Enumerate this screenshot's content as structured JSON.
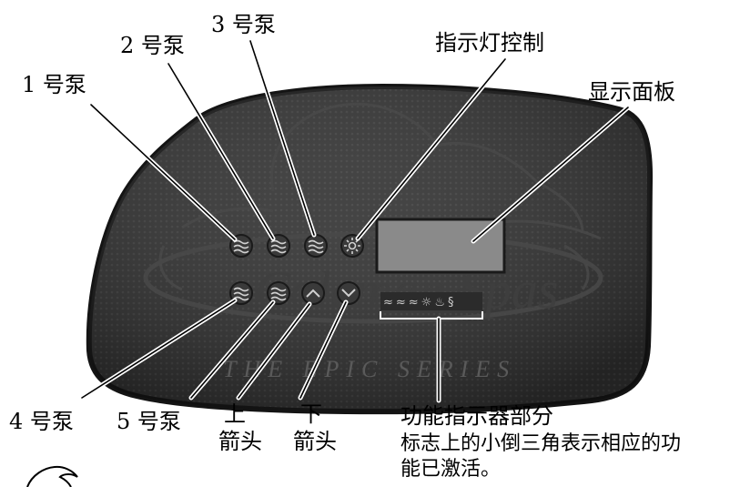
{
  "labels": {
    "pump1": "1 号泵",
    "pump2": "2 号泵",
    "pump3": "3 号泵",
    "light_control": "指示灯控制",
    "display_panel": "显示面板",
    "pump4": "4 号泵",
    "pump5": "5 号泵",
    "up_arrow_line1": "上",
    "up_arrow_line2": "箭头",
    "down_arrow_line1": "下",
    "down_arrow_line2": "箭头",
    "indicator_section": "功能指示器部分",
    "indicator_desc_line1": "标志上的小倒三角表示相应的功",
    "indicator_desc_line2": "能已激活。"
  },
  "panel": {
    "series_text": "THE EPIC SERIES",
    "brand_watermark": "Coleman Spas",
    "indicator_icons": "≈≈≈☼♨§",
    "colors": {
      "panel": "#2b2b2b",
      "panel_rim": "#141414",
      "button": "#3a3a3a",
      "display": "#8a8a8a"
    }
  }
}
